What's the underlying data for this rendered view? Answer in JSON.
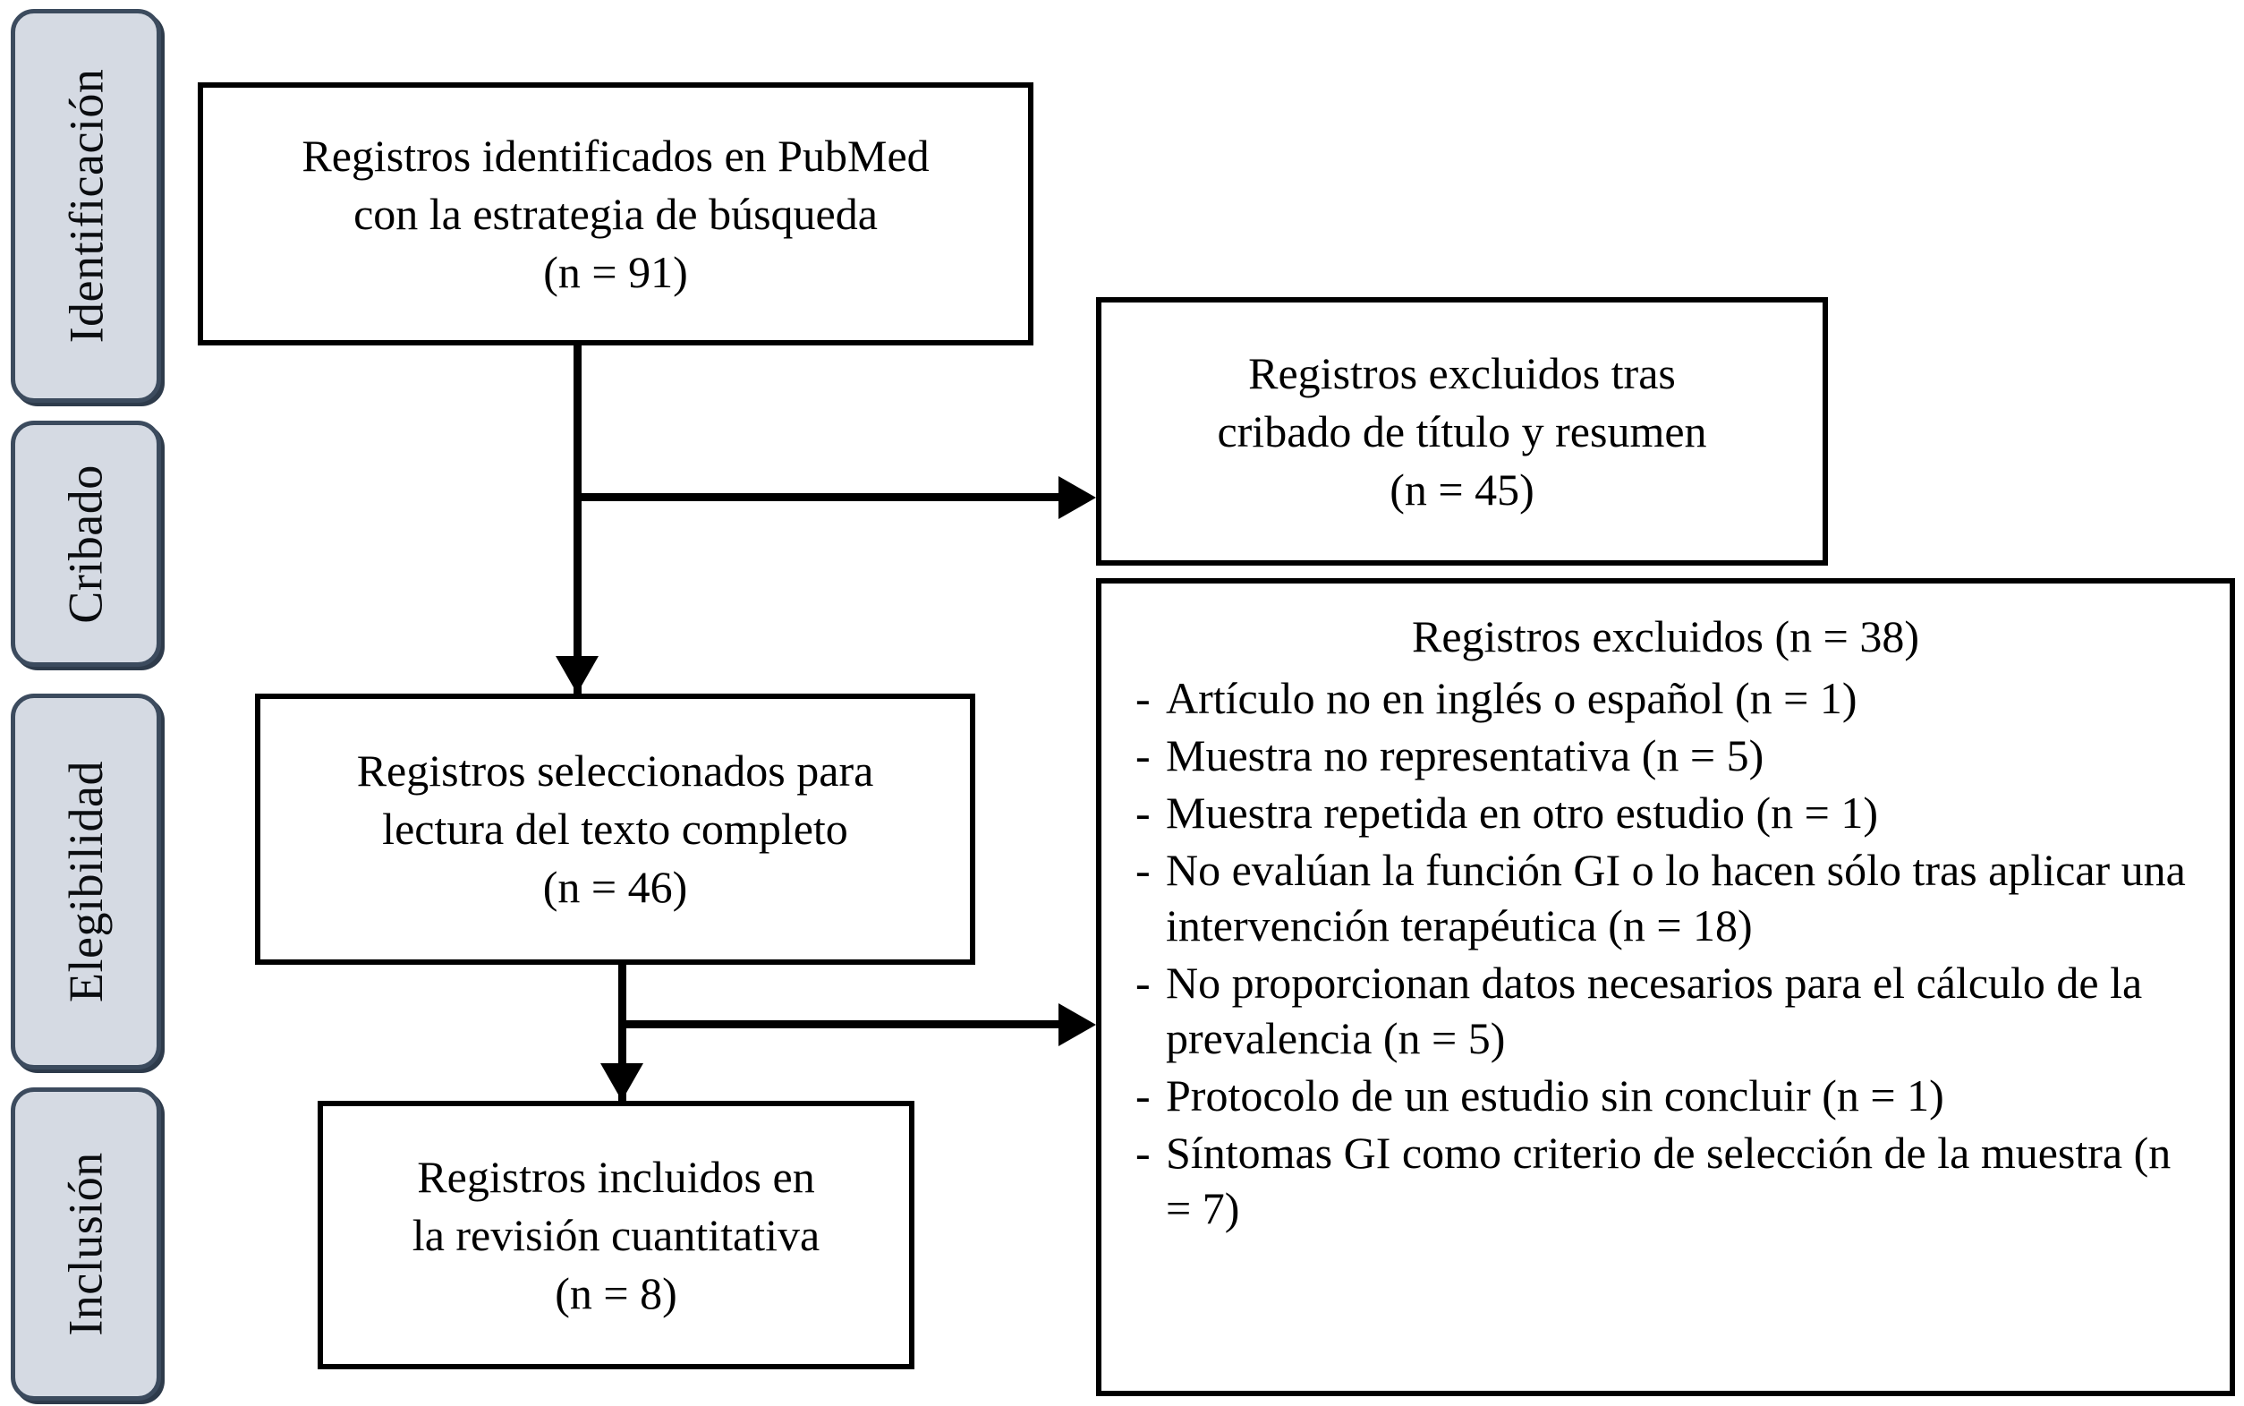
{
  "diagram": {
    "title": "PRISMA flow diagram",
    "colors": {
      "stage_fill": "#d5dae3",
      "stage_border": "#3c4b5e",
      "box_border": "#000000",
      "text": "#000000",
      "background": "#ffffff"
    }
  },
  "stages": [
    {
      "label": "Identificación"
    },
    {
      "label": "Cribado"
    },
    {
      "label": "Elegibilidad"
    },
    {
      "label": "Inclusión"
    }
  ],
  "boxes": {
    "identified": {
      "lines": [
        "Registros identificados en PubMed",
        "con la estrategia de búsqueda",
        "(n = 91)"
      ]
    },
    "screened_excluded": {
      "lines": [
        "Registros excluidos tras",
        "cribado de título y resumen",
        "(n = 45)"
      ]
    },
    "selected_fulltext": {
      "lines": [
        "Registros seleccionados para",
        "lectura del texto completo",
        "(n = 46)"
      ]
    },
    "included": {
      "lines": [
        "Registros incluidos en",
        "la revisión cuantitativa",
        "(n = 8)"
      ]
    },
    "excluded_detail": {
      "title": "Registros excluidos (n = 38)",
      "dash": "-",
      "items": [
        "Artículo no en inglés o español (n = 1)",
        "Muestra no representativa (n = 5)",
        "Muestra repetida en otro estudio (n = 1)",
        "No evalúan la función GI o lo hacen sólo tras aplicar una intervención terapéutica (n = 18)",
        "No proporcionan datos necesarios para el cálculo de la prevalencia (n = 5)",
        "Protocolo de un estudio sin concluir (n = 1)",
        "Síntomas GI como criterio de selección de la muestra (n = 7)"
      ]
    }
  }
}
